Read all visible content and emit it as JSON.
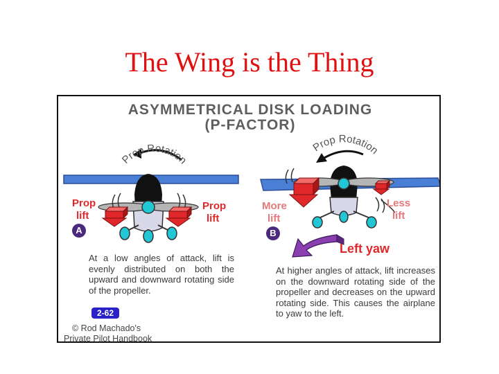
{
  "slide": {
    "title": "The Wing is the Thing"
  },
  "figure": {
    "heading_line1": "ASYMMETRICAL DISK LOADING",
    "heading_line2": "(P-FACTOR)",
    "panel_a": {
      "rotation_label": "Prop Rotation",
      "left_label_1": "Prop",
      "left_label_2": "lift",
      "right_label_1": "Prop",
      "right_label_2": "lift",
      "marker": "A",
      "caption": "At a low angles of attack, lift is evenly distributed on both the upward and downward rotating side of the propeller."
    },
    "panel_b": {
      "rotation_label": "Prop Rotation",
      "left_label_1": "More",
      "left_label_2": "lift",
      "right_label_1": "Less",
      "right_label_2": "lift",
      "marker": "B",
      "yaw_label": "Left yaw",
      "caption": "At higher angles of attack, lift increases on the downward rotating side of the propeller and decreases on the upward rotating side. This causes the airplane to yaw to the left."
    },
    "figure_number": "2-62",
    "credit_line1": "© Rod Machado's",
    "credit_line2": "Private Pilot Handbook",
    "colors": {
      "title_red": "#e01010",
      "wing_blue": "#4a7fd6",
      "arrow_red": "#e0282a",
      "yaw_purple": "#8a3fb0",
      "wheel_cyan": "#22c7d6",
      "badge_blue": "#2a22c8"
    }
  }
}
